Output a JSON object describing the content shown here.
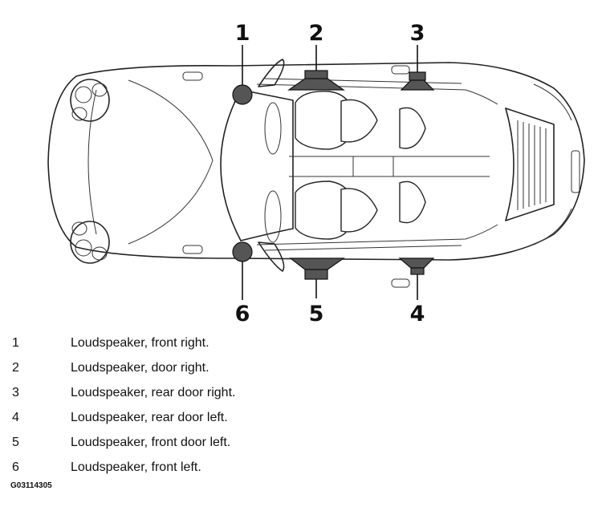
{
  "callouts": [
    "1",
    "2",
    "3",
    "4",
    "5",
    "6"
  ],
  "legend": [
    {
      "num": "1",
      "text": "Loudspeaker, front right."
    },
    {
      "num": "2",
      "text": "Loudspeaker, door right."
    },
    {
      "num": "3",
      "text": "Loudspeaker, rear door right."
    },
    {
      "num": "4",
      "text": "Loudspeaker, rear door left."
    },
    {
      "num": "5",
      "text": "Loudspeaker, front door left."
    },
    {
      "num": "6",
      "text": "Loudspeaker, front left."
    }
  ],
  "figure_id": "G03114305"
}
